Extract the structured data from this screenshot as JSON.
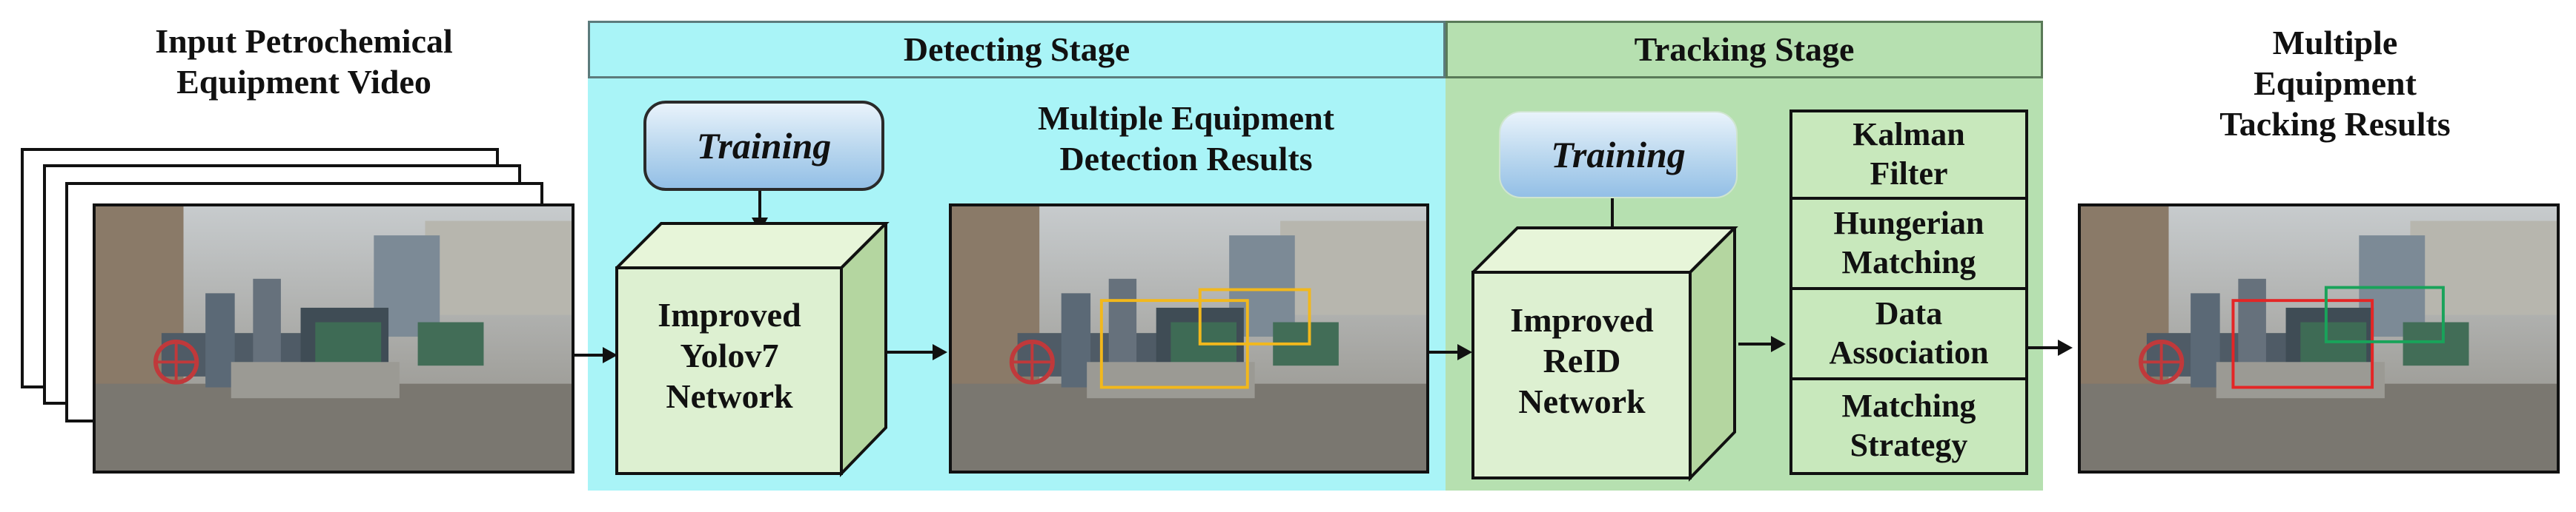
{
  "input": {
    "heading": [
      "Input Petrochemical",
      "Equipment Video"
    ]
  },
  "detecting_stage": {
    "title": "Detecting Stage",
    "training_label": "Training",
    "network": [
      "Improved",
      "Yolov7",
      "Network"
    ],
    "results_heading": [
      "Multiple Equipment",
      "Detection Results"
    ]
  },
  "tracking_stage": {
    "title": "Tracking Stage",
    "training_label": "Training",
    "network": [
      "Improved",
      "ReID",
      "Network"
    ],
    "steps": [
      [
        "Kalman",
        "Filter"
      ],
      [
        "Hungerian",
        "Matching"
      ],
      [
        "Data",
        "Association"
      ],
      [
        "Matching",
        "Strategy"
      ]
    ]
  },
  "output": {
    "heading": [
      "Multiple",
      "Equipment",
      "Tacking Results"
    ]
  },
  "colors": {
    "detecting_panel": "#a9f4f7",
    "tracking_panel": "#b6e0b0",
    "detection_box": "#f2b81c",
    "tracking_box_red": "#e42626",
    "tracking_box_green": "#19a35a"
  }
}
